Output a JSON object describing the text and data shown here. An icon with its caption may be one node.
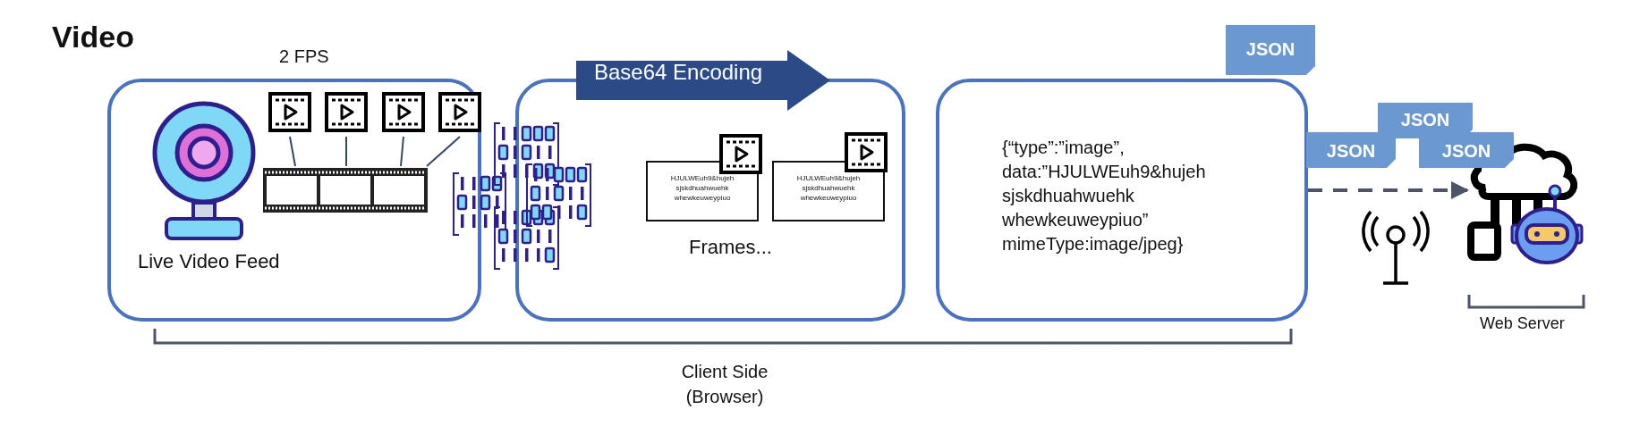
{
  "diagram": {
    "title": "Video",
    "nodes": [
      {
        "text": [
          "Live Video Feed"
        ],
        "beside": [
          "2 FPS"
        ]
      },
      {
        "text": [
          "Frames..."
        ]
      },
      {
        "text": [
          "HJULWEuh9&hujeh sjskdhuahwuehk whewkeuweypiuo"
        ],
        "in": 1
      },
      {
        "text": [
          "HJULWEuh9&hujeh sjskdhuahwuehk whewkeuweypiuo"
        ],
        "in": 1
      },
      {
        "text": [
          "{“type”:”image”, data:”HJULWEuh9&hujeh sjskdhuahwuehk whewkeuweypiuo” mimeType:image/jpeg}"
        ]
      },
      {
        "text": [
          "Base64 Encoding"
        ]
      },
      {
        "text": [
          "JSON"
        ]
      },
      {
        "text": [
          "JSON"
        ]
      },
      {
        "text": [
          "JSON"
        ]
      },
      {
        "text": [
          "JSON"
        ]
      },
      {
        "text": [],
        "shape": "picture",
        "beside": [
          "Web Server"
        ]
      }
    ],
    "edges": [
      {
        "from": 4,
        "to": 10,
        "arrow": "to",
        "style": "dashed"
      }
    ],
    "labels": [
      "Client Side (Browser)"
    ]
  }
}
